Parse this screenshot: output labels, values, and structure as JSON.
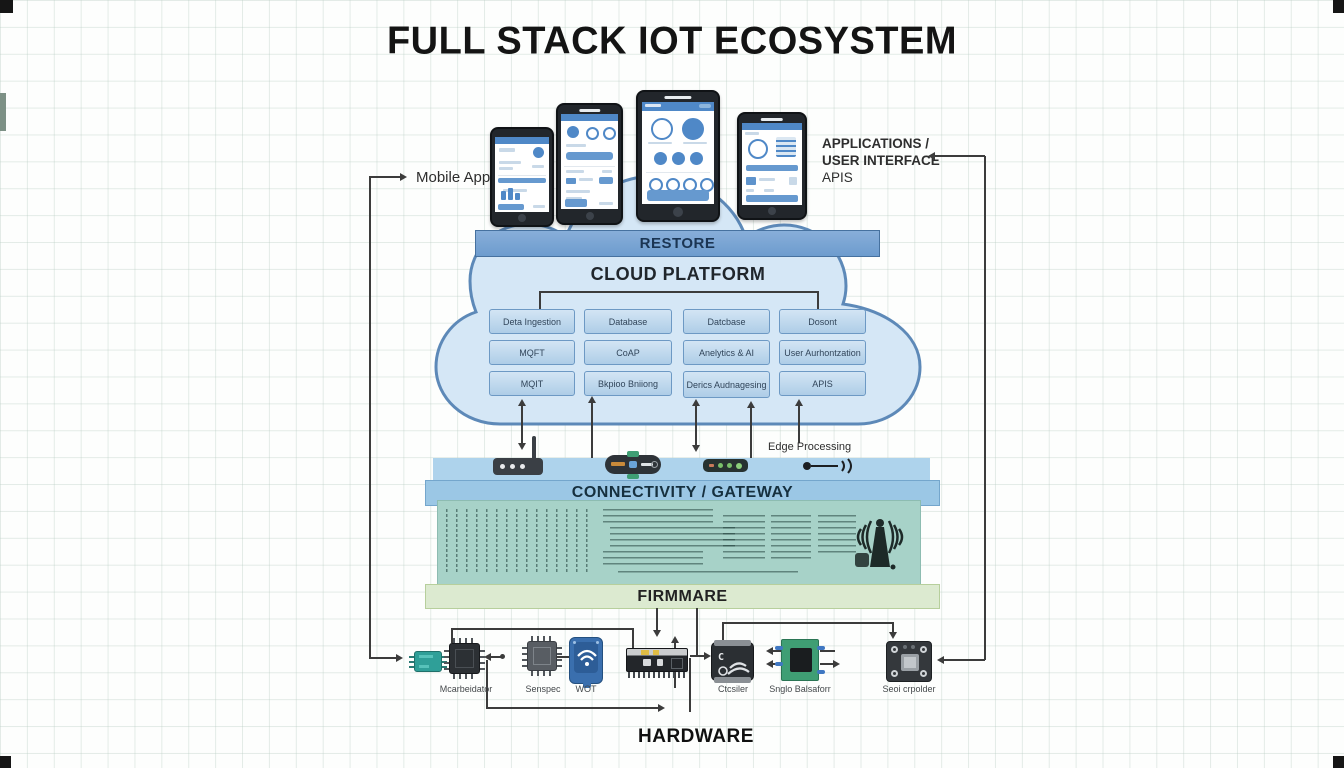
{
  "title": "FULL STACK IOT ECOSYSTEM",
  "annotations": {
    "mobile_app": "Mobile App",
    "applications": [
      "APPLICATIONS /",
      "USER INTERFACE",
      "APIS"
    ],
    "edge_processing": "Edge Processing"
  },
  "layers": {
    "restore": "RESTORE",
    "cloud_platform": "CLOUD PLATFORM",
    "connectivity": "CONNECTIVITY / GATEWAY",
    "firmware": "FIRMMARE",
    "hardware": "HARDWARE"
  },
  "cloud_services": {
    "rows": [
      [
        "Deta Ingestion",
        "Database",
        "Datcbase",
        "Dosont"
      ],
      [
        "MQFT",
        "CoAP",
        "Anelytics & AI",
        "User Aurhontzation"
      ],
      [
        "MQIT",
        "Bkpioo Bniiong",
        "Derics Audnagesing",
        "APIS"
      ]
    ]
  },
  "hardware_components": [
    {
      "label": "Mcarbeidator"
    },
    {
      "label": "Senspec"
    },
    {
      "label": "WOT"
    },
    {
      "label": "Ctcsiler"
    },
    {
      "label": "Snglo Balsaforr"
    },
    {
      "label": "Seoi crpolder"
    }
  ],
  "icons": {
    "router": "wifi-router-icon",
    "gateway": "gateway-module-icon",
    "led_strip": "led-strip-icon",
    "edge_signal": "signal-waves-icon",
    "radio_tower": "radio-tower-icon",
    "wifi_module": "wifi-module-icon"
  },
  "colors": {
    "restore_bar": "#7aa6d6",
    "cloud_fill": "#d5e7f6",
    "cloud_border": "#5d89b8",
    "service_box": "#bcd8ee",
    "connectivity_bar": "#9bc7e5",
    "firmware_code": "#a7d2c8",
    "firmware_bar": "#dcead0",
    "line": "#3c3c3c"
  }
}
